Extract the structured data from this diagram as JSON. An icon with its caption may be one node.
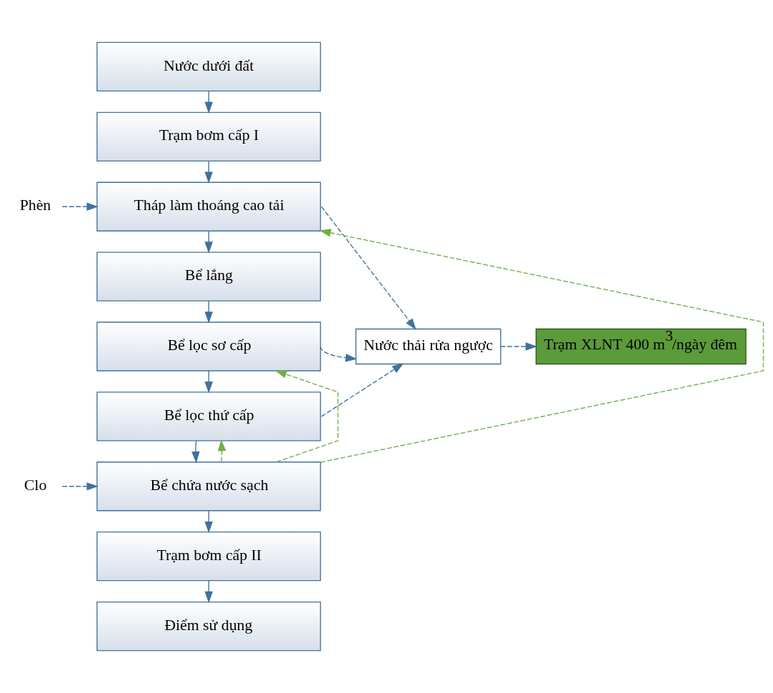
{
  "diagram": {
    "nodes": [
      {
        "text": [
          "Nước dưới đất"
        ]
      },
      {
        "text": [
          "Trạm bơm cấp I"
        ]
      },
      {
        "text": [
          "Phèn"
        ]
      },
      {
        "text": [
          "Tháp làm thoáng cao tải"
        ]
      },
      {
        "text": [
          "Bể lắng"
        ]
      },
      {
        "text": [
          "Bể lọc sơ cấp"
        ]
      },
      {
        "text": [
          "Nước thải rửa ngược"
        ]
      },
      {
        "text": [
          "Trạm XLNT 400 m$^{3}$/ngày đêm"
        ]
      },
      {
        "text": [
          "Bể lọc thứ cấp"
        ]
      },
      {
        "text": [
          "Clo"
        ]
      },
      {
        "text": [
          "Bể chứa nước sạch"
        ]
      },
      {
        "text": [
          "Trạm bơm cấp II"
        ]
      },
      {
        "text": [
          "Điểm sử dụng"
        ]
      }
    ],
    "edges": [
      {
        "from": 0,
        "to": 1,
        "arrow": "to"
      },
      {
        "from": 1,
        "to": 3,
        "arrow": "to"
      },
      {
        "from": 2,
        "to": 3,
        "arrow": "to",
        "style": "dashed"
      },
      {
        "from": 3,
        "to": 4,
        "arrow": "to"
      },
      {
        "from": 4,
        "to": 5,
        "arrow": "to"
      },
      {
        "from": 5,
        "to": 8,
        "arrow": "to"
      },
      {
        "from": 8,
        "to": 10,
        "arrow": "to"
      },
      {
        "from": 9,
        "to": 10,
        "arrow": "to",
        "style": "dashed"
      },
      {
        "from": 10,
        "to": 11,
        "arrow": "to"
      },
      {
        "from": 11,
        "to": 12,
        "arrow": "to"
      },
      {
        "from": 10,
        "to": 3,
        "arrow": "to",
        "style": "dashed",
        "color": "#70ad47"
      },
      {
        "from": 10,
        "to": 5,
        "arrow": "to",
        "style": "dashed",
        "color": "#70ad47"
      },
      {
        "from": 10,
        "to": 8,
        "arrow": "to",
        "style": "dashed",
        "color": "#70ad47"
      },
      {
        "from": 3,
        "to": 6,
        "arrow": "to",
        "style": "dashed"
      },
      {
        "from": 5,
        "to": 6,
        "arrow": "to",
        "style": "dashed"
      },
      {
        "from": 8,
        "to": 6,
        "arrow": "to",
        "style": "dashed"
      },
      {
        "from": 6,
        "to": 7,
        "arrow": "to",
        "style": "dashed"
      }
    ]
  }
}
